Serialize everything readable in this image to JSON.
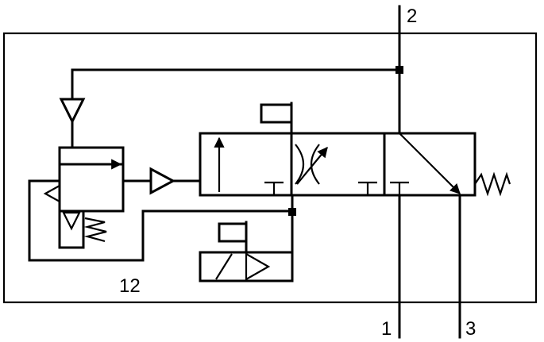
{
  "ports": {
    "port_2": "2",
    "port_1": "1",
    "port_3": "3",
    "port_12": "12"
  },
  "colors": {
    "line": "#000000",
    "background": "#ffffff"
  }
}
